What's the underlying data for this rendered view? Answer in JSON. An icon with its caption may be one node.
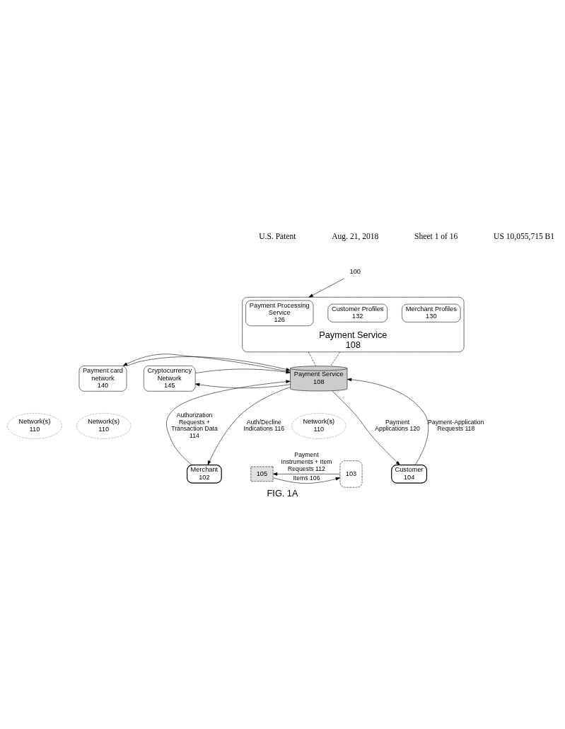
{
  "diagram": {
    "caption": "FIG. 1A",
    "nodes": [
      {
        "text": [
          "Payment Service",
          "108"
        ]
      },
      {
        "text": [
          "Payment Processing Service",
          "126"
        ],
        "in": 0
      },
      {
        "text": [
          "Merchant Profiles",
          "130"
        ],
        "in": 0
      },
      {
        "text": [
          "Customer Profiles",
          "132"
        ],
        "in": 0
      },
      {
        "text": [
          "Payment Service",
          "108"
        ]
      },
      {
        "text": [
          "Payment card network",
          "140"
        ]
      },
      {
        "text": [
          "Network(s)",
          "110"
        ]
      },
      {
        "text": [
          "Network(s)",
          "110"
        ]
      },
      {
        "text": [
          "Cryptocurrency Network",
          "145"
        ]
      },
      {
        "text": [
          "Network(s)",
          "110"
        ]
      },
      {
        "text": [
          "Merchant",
          "102"
        ]
      },
      {
        "text": [
          "105"
        ]
      },
      {
        "text": [
          "103"
        ]
      },
      {
        "text": [
          "Customer",
          "104"
        ]
      },
      {
        "text": [
          "100"
        ]
      }
    ],
    "edges": [
      {
        "from": 0,
        "to": 4,
        "arrow": "none",
        "style": "dashed"
      },
      {
        "from": 0,
        "to": 4,
        "arrow": "none",
        "style": "dashed"
      },
      {
        "from": 5,
        "to": 4,
        "arrow": "to"
      },
      {
        "from": 4,
        "to": 5,
        "arrow": "to"
      },
      {
        "from": 4,
        "to": 8,
        "arrow": "to"
      },
      {
        "from": 8,
        "to": 4,
        "arrow": "to"
      },
      {
        "from": 10,
        "to": 4,
        "arrow": "to",
        "label": "Authorization Requests + Transaction Data 114"
      },
      {
        "from": 4,
        "to": 10,
        "arrow": "to",
        "label": "Auth/Decline Indications 116"
      },
      {
        "from": 13,
        "to": 4,
        "arrow": "to",
        "label": "Payment-Application Requests 118"
      },
      {
        "from": 4,
        "to": 13,
        "arrow": "to",
        "label": "Payment Applications 120"
      },
      {
        "from": 11,
        "to": 12,
        "arrow": "to",
        "label": "Items 106"
      },
      {
        "from": 12,
        "to": 11,
        "arrow": "to",
        "label": "Payment Instruments + Item Requests 112"
      },
      {
        "from": 14,
        "to": 0,
        "arrow": "to"
      }
    ],
    "labels": [
      "U.S. Patent",
      "Aug. 21, 2018",
      "Sheet 1 of 16",
      "US 10,055,715 B1"
    ]
  }
}
